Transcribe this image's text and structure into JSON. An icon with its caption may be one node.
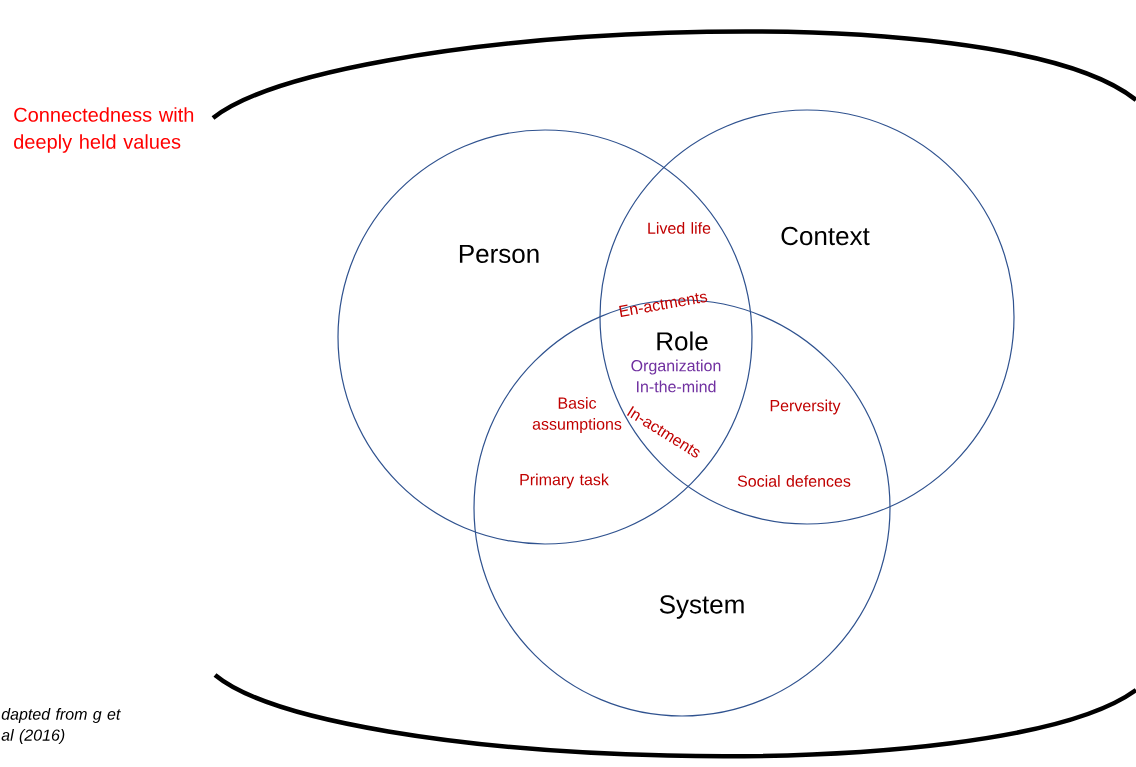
{
  "diagram": {
    "nodes": [
      {
        "text": [
          "Person"
        ]
      },
      {
        "text": [
          "Context"
        ]
      },
      {
        "text": [
          "System"
        ]
      }
    ],
    "labels": [
      "Connectedness with deeply held values",
      "Lived life",
      "En-actments",
      "Role",
      "Organization In-the-mind",
      "Basic assumptions",
      "Perversity",
      "In-actments",
      "Primary task",
      "Social defences",
      "dapted from g et al (2016)"
    ]
  }
}
